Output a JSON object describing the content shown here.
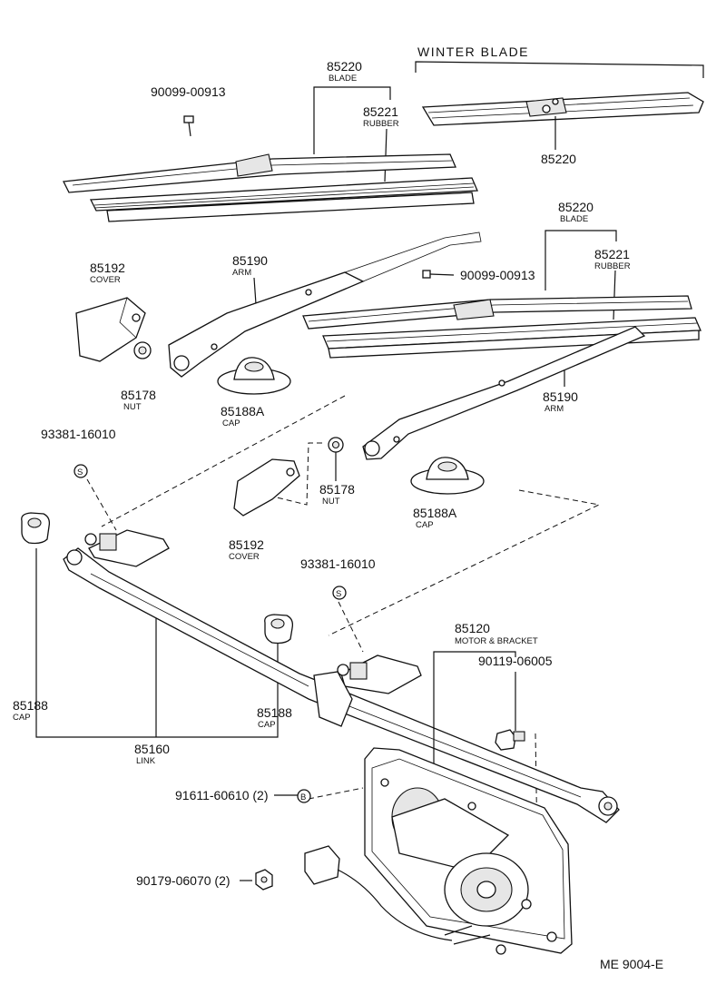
{
  "winter_blade": {
    "title": "WINTER BLADE",
    "number": "85220"
  },
  "parts": {
    "blade_top": {
      "number": "85220",
      "desc": "BLADE"
    },
    "rubber_top": {
      "number": "85221",
      "desc": "RUBBER"
    },
    "screw_top": {
      "number": "90099-00913"
    },
    "blade_right": {
      "number": "85220",
      "desc": "BLADE"
    },
    "rubber_right": {
      "number": "85221",
      "desc": "RUBBER"
    },
    "screw_right": {
      "number": "90099-00913"
    },
    "cover_left": {
      "number": "85192",
      "desc": "COVER"
    },
    "arm_left": {
      "number": "85190",
      "desc": "ARM"
    },
    "nut_left": {
      "number": "85178",
      "desc": "NUT"
    },
    "cap_a_left": {
      "number": "85188A",
      "desc": "CAP"
    },
    "clip_left": {
      "number": "93381-16010",
      "symbol": "S"
    },
    "arm_right": {
      "number": "85190",
      "desc": "ARM"
    },
    "nut_mid": {
      "number": "85178",
      "desc": "NUT"
    },
    "cover_mid": {
      "number": "85192",
      "desc": "COVER"
    },
    "cap_a_right": {
      "number": "85188A",
      "desc": "CAP"
    },
    "clip_mid": {
      "number": "93381-16010",
      "symbol": "S"
    },
    "motor": {
      "number": "85120",
      "desc": "MOTOR & BRACKET"
    },
    "bolt_motor": {
      "number": "90119-06005"
    },
    "cap_left": {
      "number": "85188",
      "desc": "CAP"
    },
    "cap_mid": {
      "number": "85188",
      "desc": "CAP"
    },
    "link": {
      "number": "85160",
      "desc": "LINK"
    },
    "bolt_b": {
      "number": "91611-60610 (2)",
      "symbol": "B"
    },
    "nut_bottom": {
      "number": "90179-06070 (2)"
    }
  },
  "footer": {
    "code": "ME  9004-E"
  }
}
